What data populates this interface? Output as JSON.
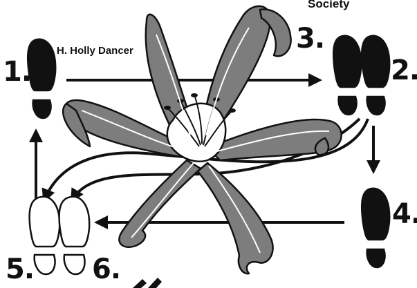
{
  "header": {
    "society_text": "Society"
  },
  "credit": {
    "name": "H. Holly Dancer"
  },
  "steps": [
    {
      "label": "1.",
      "foot": "left",
      "fill": "black"
    },
    {
      "label": "2.",
      "foot": "pair",
      "fill": "black"
    },
    {
      "label": "3.",
      "foot": "none",
      "fill": "black"
    },
    {
      "label": "4.",
      "foot": "right",
      "fill": "black"
    },
    {
      "label": "5.",
      "foot": "left",
      "fill": "white"
    },
    {
      "label": "6.",
      "foot": "right",
      "fill": "white"
    }
  ],
  "illustration": {
    "subject": "lily-flower",
    "petal_color": "#7d7d7d",
    "center_color": "#ffffff"
  },
  "colors": {
    "ink": "#111111",
    "petal": "#7d7d7d",
    "paper": "#ffffff"
  }
}
